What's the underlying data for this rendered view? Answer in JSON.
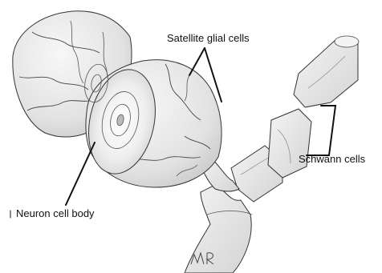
{
  "labels": {
    "satellite": "Satellite glial cells",
    "schwann": "Schwann cells",
    "neuron": "Neuron cell body"
  },
  "signature": "MR",
  "colors": {
    "ink": "#222222",
    "shade": "#dcdcdc",
    "light": "#f2f2f2",
    "paper": "#ffffff"
  }
}
